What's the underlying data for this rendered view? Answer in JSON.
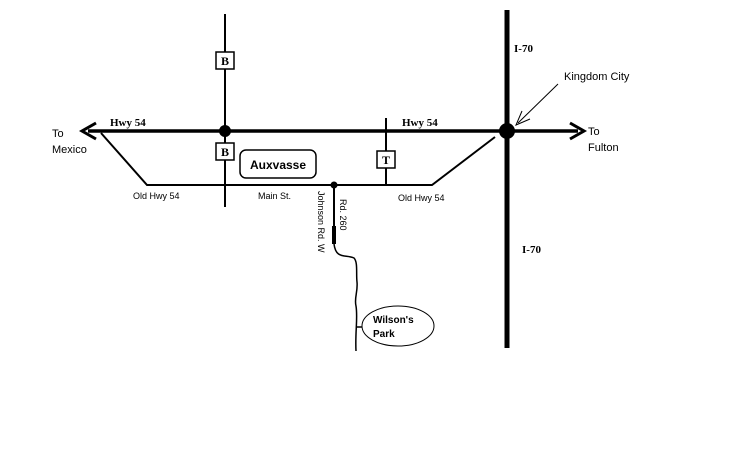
{
  "labels": {
    "to_mexico_line1": "To",
    "to_mexico_line2": "Mexico",
    "to_fulton_line1": "To",
    "to_fulton_line2": "Fulton",
    "hwy54_west": "Hwy 54",
    "hwy54_east": "Hwy 54",
    "i70_north": "I-70",
    "i70_south": "I-70",
    "kingdom_city": "Kingdom City",
    "old_hwy54_west": "Old Hwy 54",
    "old_hwy54_east": "Old Hwy 54",
    "main_st": "Main St.",
    "johnson_rd": "Johnson Rd. W",
    "rd_260": "Rd. 260",
    "auxvasse": "Auxvasse",
    "wilsons_park_line1": "Wilson's",
    "wilsons_park_line2": "Park"
  },
  "shields": {
    "route_b_north": "B",
    "route_b_south": "B",
    "route_t": "T"
  },
  "colors": {
    "ink": "#000000",
    "background": "#ffffff"
  }
}
